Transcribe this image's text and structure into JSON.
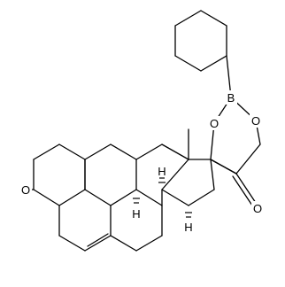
{
  "molecule": {
    "atoms": {
      "boron": "B",
      "oxygen_ring_left": "O",
      "oxygen_ring_right": "O",
      "oxygen_ketone_side": "O",
      "oxygen_ketone_a": "O",
      "h_c9": "H",
      "h_c8": "H",
      "h_c14": "H"
    }
  },
  "colors": {
    "ink": "#000000",
    "background": "#ffffff"
  }
}
